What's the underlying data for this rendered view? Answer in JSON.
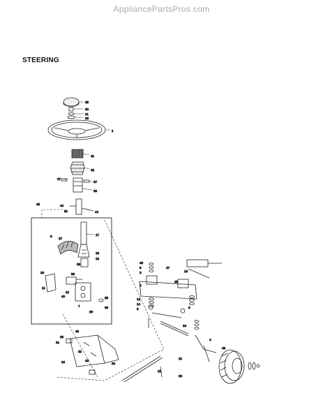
{
  "watermark": "AppliancePartsPros.com",
  "section_title": "STEERING",
  "labels": {
    "l35": "35",
    "l60": "60",
    "l11": "11",
    "l36": "36",
    "l1": "1",
    "l41": "41",
    "l42": "42",
    "l37a": "37",
    "l37b": "37",
    "l38": "38",
    "l44a": "44",
    "l44b": "44",
    "l51": "51",
    "l43": "43",
    "l17": "17",
    "l8": "8",
    "l27": "27",
    "l18": "18",
    "l19": "19",
    "l33": "33",
    "l20": "20",
    "l56": "56",
    "l11b": "11",
    "l40": "40",
    "l10": "10",
    "l7": "7",
    "l26": "26",
    "l39": "39",
    "l28": "28",
    "l46": "46",
    "l5": "5",
    "l3": "3",
    "l2": "2",
    "l12": "12",
    "l14": "14",
    "l6": "6",
    "l47": "47",
    "l45": "45",
    "l13": "13",
    "l9": "9",
    "l4": "4",
    "l16": "16",
    "l15": "15",
    "l24": "24",
    "l29": "29",
    "l31": "31",
    "l48": "48",
    "l32": "32",
    "l34": "34",
    "l49": "49",
    "l21": "21",
    "l30": "30",
    "l22": "22"
  }
}
